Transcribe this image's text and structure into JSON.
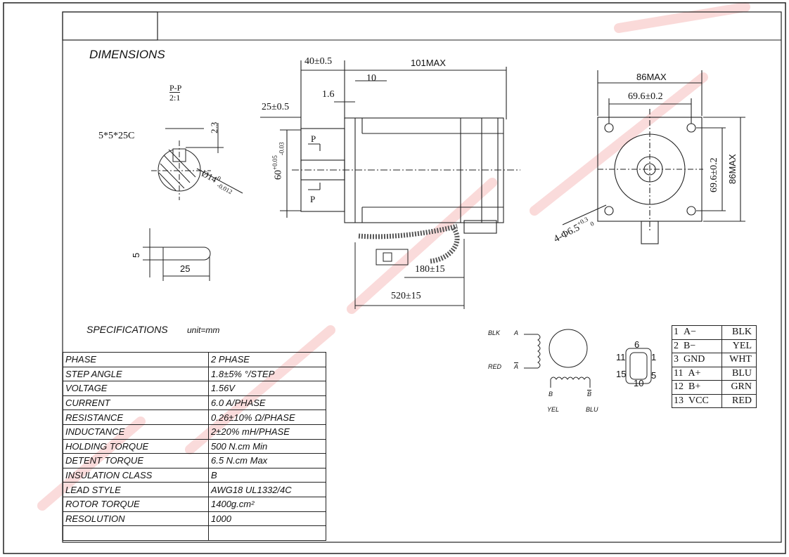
{
  "title": "DIMENSIONS",
  "section_view": {
    "label_top": "P-P",
    "label_bottom": "2:1"
  },
  "key": "5*5*25C",
  "dims": {
    "d40": "40±0.5",
    "d101": "101MAX",
    "d10": "10",
    "d16": "1.6",
    "d25": "25±0.5",
    "d60": "60",
    "d60tol_top": "+0.05",
    "d60tol_bot": "-0.03",
    "d23": "2.3",
    "d14": "Ø14",
    "d14tol_top": "0",
    "d14tol_bot": "-0.012",
    "d86top": "86MAX",
    "d696top": "69.6±0.2",
    "d696side": "69.6±0.2",
    "d86side": "86MAX",
    "hole": "4-Φ6.5",
    "hole_tol_top": "+0.3",
    "hole_tol_bot": "0",
    "d5": "5",
    "d25key": "25",
    "d180": "180±15",
    "d520": "520±15",
    "p_mark": "P"
  },
  "specs_title": "SPECIFICATIONS",
  "specs_unit": "unit=mm",
  "specs": [
    {
      "key": "PHASE",
      "value": "2 PHASE"
    },
    {
      "key": "STEP ANGLE",
      "value": "1.8±5% °/STEP"
    },
    {
      "key": "VOLTAGE",
      "value": "1.56V"
    },
    {
      "key": "CURRENT",
      "value": "6.0 A/PHASE"
    },
    {
      "key": "RESISTANCE",
      "value": "0.26±10% Ω/PHASE"
    },
    {
      "key": "INDUCTANCE",
      "value": "2±20% mH/PHASE"
    },
    {
      "key": "HOLDING TORQUE",
      "value": "500 N.cm Min"
    },
    {
      "key": "DETENT TORQUE",
      "value": "6.5 N.cm Max"
    },
    {
      "key": "INSULATION CLASS",
      "value": "B"
    },
    {
      "key": "LEAD STYLE",
      "value": "AWG18 UL1332/4C"
    },
    {
      "key": "ROTOR TORQUE",
      "value": "1400g.cm²"
    },
    {
      "key": "RESOLUTION",
      "value": "1000"
    }
  ],
  "wiring": {
    "blk": "BLK",
    "red": "RED",
    "yel": "YEL",
    "blu": "BLU",
    "a": "A",
    "abar": "A",
    "b": "B",
    "bbar": "B"
  },
  "connector": {
    "p6": "6",
    "p11": "11",
    "p1": "1",
    "p15": "15",
    "p5": "5",
    "p10": "10"
  },
  "wire_table": [
    {
      "pin": "1",
      "sig": "A−",
      "color": "BLK"
    },
    {
      "pin": "2",
      "sig": "B−",
      "color": "YEL"
    },
    {
      "pin": "3",
      "sig": "GND",
      "color": "WHT"
    },
    {
      "pin": "11",
      "sig": "A+",
      "color": "BLU"
    },
    {
      "pin": "12",
      "sig": "B+",
      "color": "GRN"
    },
    {
      "pin": "13",
      "sig": "VCC",
      "color": "RED"
    }
  ]
}
